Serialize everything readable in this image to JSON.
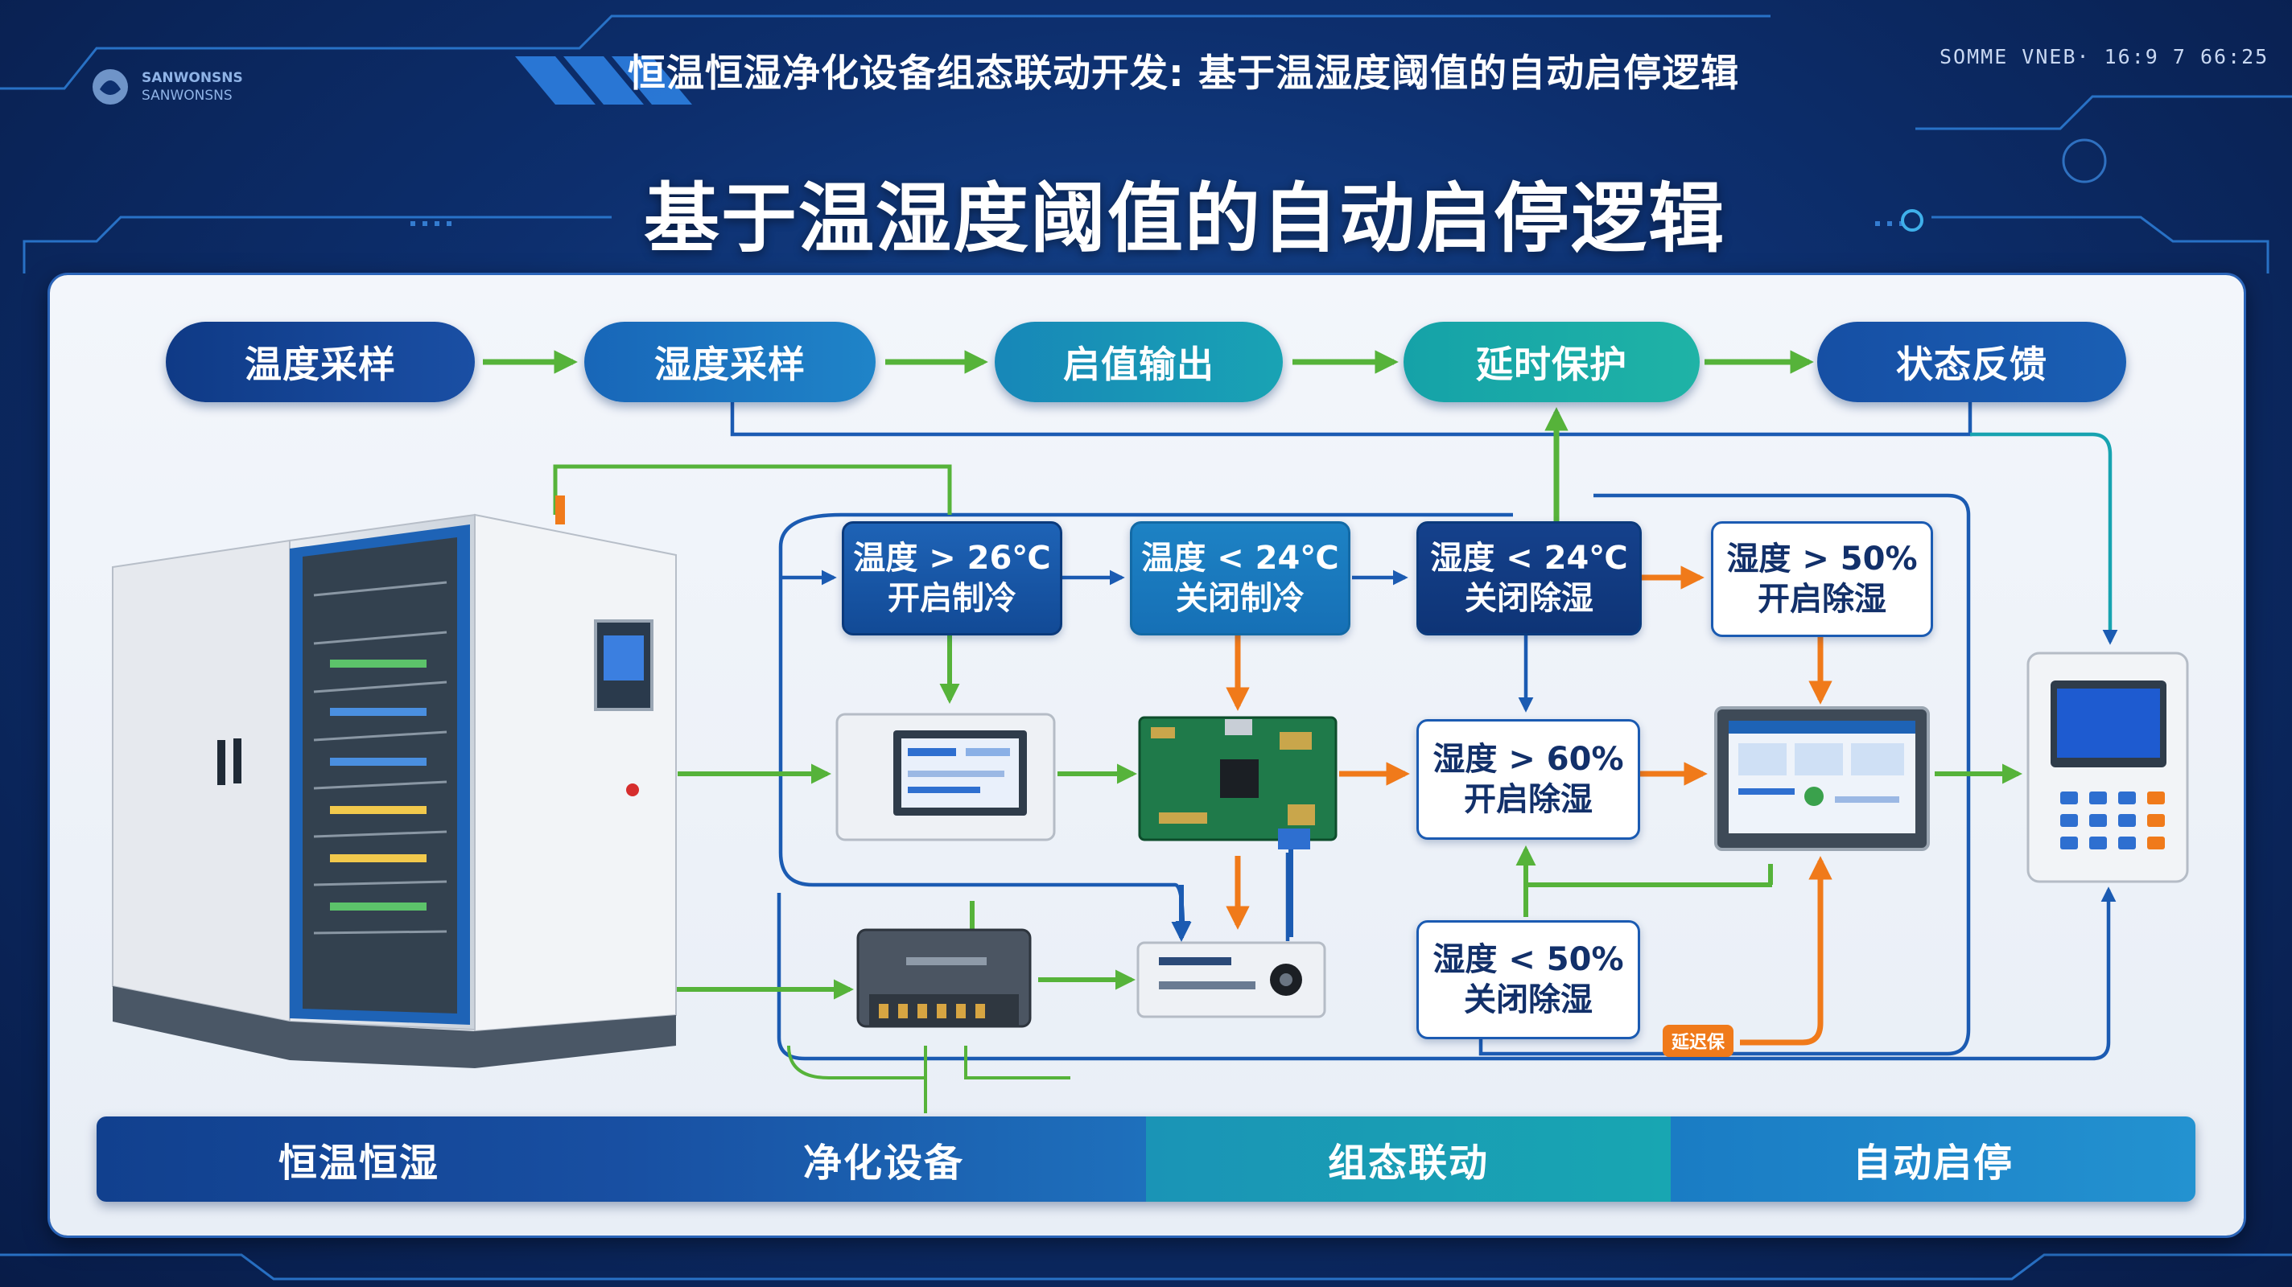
{
  "header": {
    "logo_line1": "SANWONSNS",
    "logo_line2": "SANWONSNS",
    "title": "恒温恒湿净化设备组态联动开发: 基于温湿度阈值的自动启停逻辑",
    "meta": "SOMME VNEB· 16:9 7 66:25"
  },
  "main_title": "基于温湿度阈值的自动启停逻辑",
  "pipeline": [
    {
      "label": "温度采样"
    },
    {
      "label": "湿度采样"
    },
    {
      "label": "启值输出"
    },
    {
      "label": "延时保护"
    },
    {
      "label": "状态反馈"
    }
  ],
  "conditions": {
    "c1": {
      "line1": "温度 > 26℃",
      "line2": "开启制冷"
    },
    "c2": {
      "line1": "温度 < 24℃",
      "line2": "关闭制冷"
    },
    "c3": {
      "line1": "湿度 < 24℃",
      "line2": "关闭除湿"
    },
    "c4": {
      "line1": "湿度 > 50%",
      "line2": "开启除湿"
    },
    "c5": {
      "line1": "湿度 > 60%",
      "line2": "开启除湿"
    },
    "c6": {
      "line1": "湿度 < 50%",
      "line2": "关闭除湿"
    }
  },
  "tag": "延迟保",
  "bottom_bar": [
    {
      "label": "恒温恒湿"
    },
    {
      "label": "净化设备"
    },
    {
      "label": "组态联动"
    },
    {
      "label": "自动启停"
    }
  ],
  "colors": {
    "navy": "#123f8c",
    "blue": "#1b6fc0",
    "teal": "#17a3b0",
    "green_arrow": "#56b33a",
    "orange_arrow": "#f07a1a",
    "blue_arrow": "#1b5bb2"
  }
}
